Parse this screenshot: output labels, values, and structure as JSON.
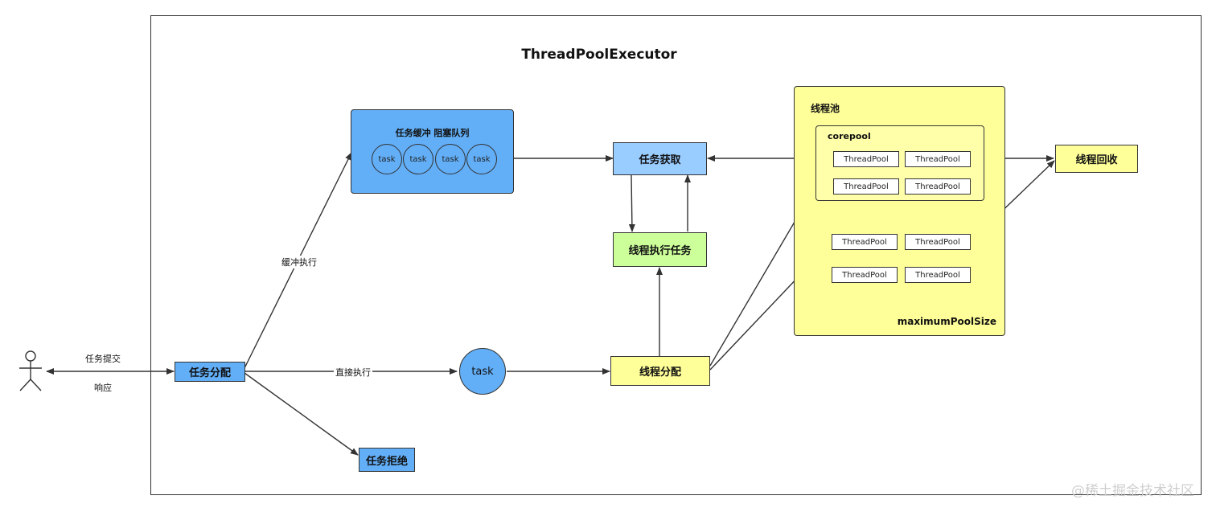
{
  "title": "ThreadPoolExecutor",
  "actor": {
    "submit_label": "任务提交",
    "response_label": "响应"
  },
  "nodes": {
    "dispatch": "任务分配",
    "reject": "任务拒绝",
    "fetch": "任务获取",
    "execute": "线程执行任务",
    "thread_assign": "线程分配",
    "recycle": "线程回收",
    "task": "task"
  },
  "queue": {
    "label": "任务缓冲 阻塞队列",
    "tasks": [
      "task",
      "task",
      "task",
      "task"
    ]
  },
  "edges": {
    "buffer_exec": "缓冲执行",
    "direct_exec": "直接执行"
  },
  "pool": {
    "label": "线程池",
    "corepool_label": "corepool",
    "max_label": "maximumPoolSize",
    "thread_label": "ThreadPool"
  },
  "watermark": "@稀土掘金技术社区"
}
